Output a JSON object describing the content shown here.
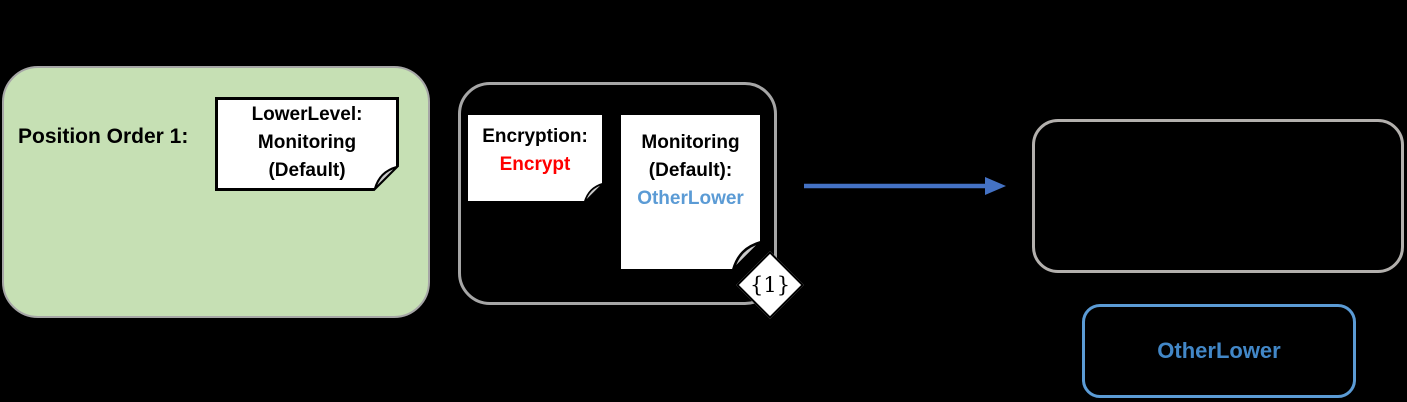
{
  "colors": {
    "background": "#000000",
    "panel_green": "#c6e0b4",
    "panel_border_gray": "#a6a6a6",
    "result_border_gray": "#b3b0ad",
    "note_fill": "#ffffff",
    "note_border": "#000000",
    "note_fold_gray": "#c9c9c9",
    "text_black": "#000000",
    "text_red": "#ff0000",
    "text_light_blue": "#5b9bd5",
    "text_blue": "#4287c7",
    "arrow_blue": "#4472c4",
    "box_border_blue": "#5b9bd5"
  },
  "left_group": {
    "label": "Position Order 1:",
    "note": {
      "lines": [
        "LowerLevel:",
        "Monitoring",
        "(Default)"
      ]
    }
  },
  "middle_group": {
    "encryption_note": {
      "label": "Encryption:",
      "value": "Encrypt"
    },
    "monitoring_note": {
      "label_line1": "Monitoring",
      "label_line2": "(Default):",
      "value": "OtherLower"
    },
    "badge_label": "{1}"
  },
  "result_box": {
    "label": "OtherLower"
  }
}
